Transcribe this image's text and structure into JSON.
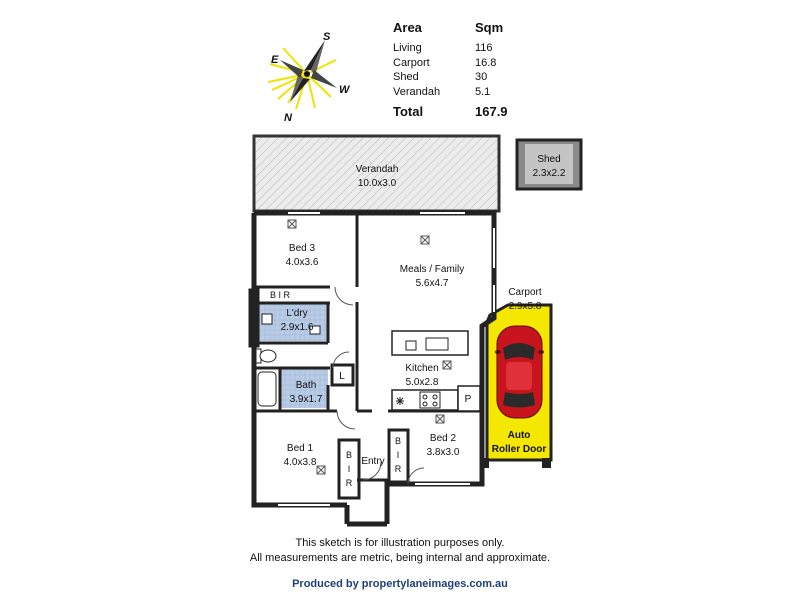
{
  "areas": {
    "header_area": "Area",
    "header_sqm": "Sqm",
    "rows": [
      {
        "name": "Living",
        "value": "116"
      },
      {
        "name": "Carport",
        "value": "16.8"
      },
      {
        "name": "Shed",
        "value": "30"
      },
      {
        "name": "Verandah",
        "value": "5.1"
      }
    ],
    "total_label": "Total",
    "total_value": "167.9"
  },
  "compass": {
    "s": "S",
    "w": "W",
    "n": "N",
    "e": "E"
  },
  "rooms": {
    "verandah": {
      "name": "Verandah",
      "dims": "10.0x3.0"
    },
    "shed": {
      "name": "Shed",
      "dims": "2.3x2.2"
    },
    "bed3": {
      "name": "Bed 3",
      "dims": "4.0x3.6"
    },
    "meals": {
      "name": "Meals / Family",
      "dims": "5.6x4.7"
    },
    "carport": {
      "name": "Carport",
      "dims": "2.9x5.8"
    },
    "bir_top": "B I R",
    "laundry": {
      "name": "L'dry",
      "dims": "2.9x1.6"
    },
    "kitchen": {
      "name": "Kitchen",
      "dims": "5.0x2.8"
    },
    "bath": {
      "name": "Bath",
      "dims": "3.9x1.7"
    },
    "linen": "L",
    "pantry": "P",
    "bed1": {
      "name": "Bed 1",
      "dims": "4.0x3.8"
    },
    "bir1": [
      "B",
      "I",
      "R"
    ],
    "entry": "Entry",
    "bir2": [
      "B",
      "I",
      "R"
    ],
    "bed2": {
      "name": "Bed 2",
      "dims": "3.8x3.0"
    },
    "roller_door": [
      "Auto",
      "Roller Door"
    ]
  },
  "disclaimer": [
    "This sketch is for illustration purposes only.",
    "All measurements are metric, being internal and approximate."
  ],
  "credit": "Produced by propertylaneimages.com.au",
  "colors": {
    "carport_fill": "#f5e800",
    "car": "#c8141c",
    "wet_area": "#b8cce6",
    "credit": "#1f3f7a"
  }
}
